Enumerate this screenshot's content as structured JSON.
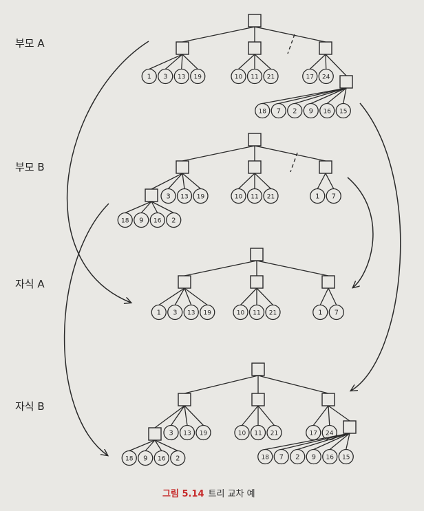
{
  "labels": {
    "parent_a": "부모 A",
    "parent_b": "부모 B",
    "child_a": "자식 A",
    "child_b": "자식 B"
  },
  "caption": {
    "number": "그림 5.14",
    "text": "트리 교차 예"
  },
  "trees": [
    {
      "name": "parent-a",
      "cut": true,
      "groups": [
        {
          "leaves": [
            "1",
            "3",
            "13",
            "19"
          ]
        },
        {
          "leaves": [
            "10",
            "11",
            "21"
          ]
        },
        {
          "leaves": [
            "17",
            "24"
          ],
          "subtree": [
            "18",
            "7",
            "2",
            "9",
            "16",
            "15"
          ]
        }
      ]
    },
    {
      "name": "parent-b",
      "cut": true,
      "groups": [
        {
          "subtree": [
            "18",
            "9",
            "16",
            "2"
          ],
          "leaves": [
            "3",
            "13",
            "19"
          ]
        },
        {
          "leaves": [
            "10",
            "11",
            "21"
          ]
        },
        {
          "leaves": [
            "1",
            "7"
          ]
        }
      ]
    },
    {
      "name": "child-a",
      "cut": false,
      "groups": [
        {
          "leaves": [
            "1",
            "3",
            "13",
            "19"
          ]
        },
        {
          "leaves": [
            "10",
            "11",
            "21"
          ]
        },
        {
          "leaves": [
            "1",
            "7"
          ]
        }
      ]
    },
    {
      "name": "child-b",
      "cut": false,
      "groups": [
        {
          "subtree": [
            "18",
            "9",
            "16",
            "2"
          ],
          "leaves": [
            "3",
            "13",
            "19"
          ]
        },
        {
          "leaves": [
            "10",
            "11",
            "21"
          ]
        },
        {
          "leaves": [
            "17",
            "24"
          ],
          "subtree": [
            "18",
            "7",
            "2",
            "9",
            "16",
            "15"
          ]
        }
      ]
    }
  ],
  "arrows": [
    {
      "name": "arrow-parent-a-left-to-child-a"
    },
    {
      "name": "arrow-parent-b-subtree-to-child-b"
    },
    {
      "name": "arrow-parent-b-right-to-child-a"
    },
    {
      "name": "arrow-parent-a-subtree-to-child-b"
    }
  ],
  "colors": {
    "ink": "#2a2a2a",
    "caption_accent": "#c62a2a",
    "paper": "#e9e8e4"
  }
}
